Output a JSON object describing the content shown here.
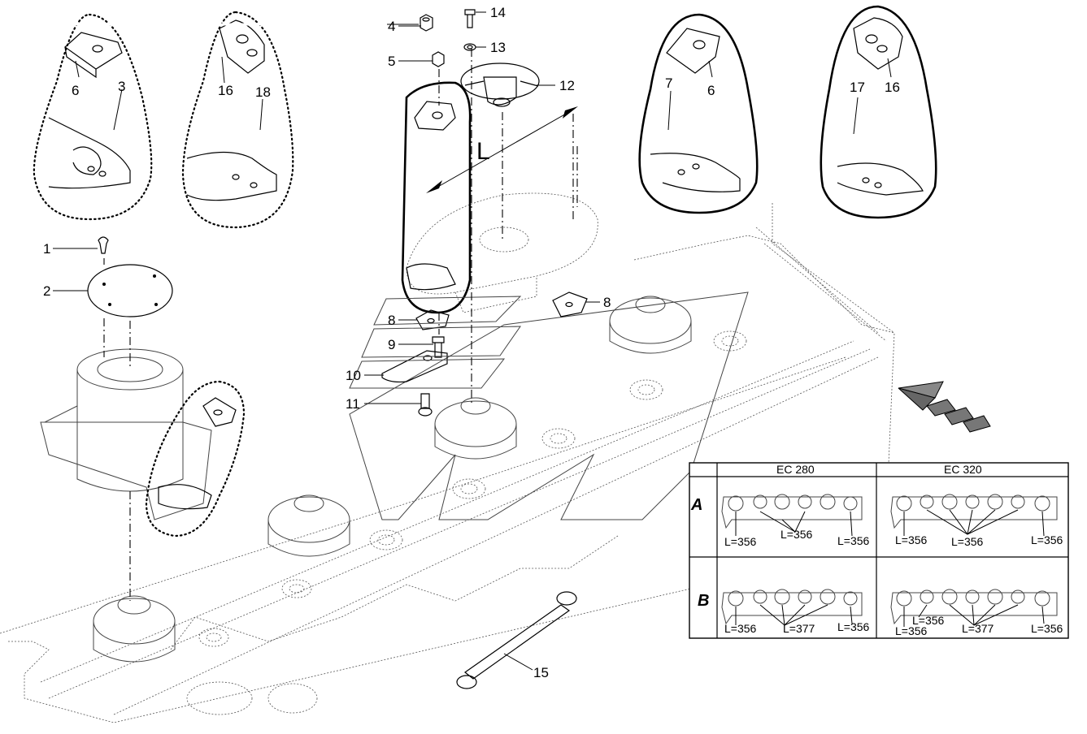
{
  "callouts": [
    {
      "id": "c1",
      "text": "1"
    },
    {
      "id": "c2",
      "text": "2"
    },
    {
      "id": "c3",
      "text": "3"
    },
    {
      "id": "c4",
      "text": "4"
    },
    {
      "id": "c5",
      "text": "5"
    },
    {
      "id": "c6a",
      "text": "6"
    },
    {
      "id": "c6b",
      "text": "6"
    },
    {
      "id": "c7",
      "text": "7"
    },
    {
      "id": "c8a",
      "text": "8"
    },
    {
      "id": "c8b",
      "text": "8"
    },
    {
      "id": "c9",
      "text": "9"
    },
    {
      "id": "c10",
      "text": "10"
    },
    {
      "id": "c11",
      "text": "11"
    },
    {
      "id": "c12",
      "text": "12"
    },
    {
      "id": "c13",
      "text": "13"
    },
    {
      "id": "c14",
      "text": "14"
    },
    {
      "id": "c15",
      "text": "15"
    },
    {
      "id": "c16a",
      "text": "16"
    },
    {
      "id": "c16b",
      "text": "16"
    },
    {
      "id": "c17",
      "text": "17"
    },
    {
      "id": "c18",
      "text": "18"
    }
  ],
  "dimension_label": "L",
  "table": {
    "col_ec280": "EC 280",
    "col_ec320": "EC 320",
    "row_a": "A",
    "row_b": "B",
    "a_280": [
      "L=356",
      "L=356",
      "L=356"
    ],
    "a_320": [
      "L=356",
      "L=356",
      "L=356"
    ],
    "b_280": [
      "L=356",
      "L=377",
      "L=356"
    ],
    "b_320": [
      "L=356",
      "L=356",
      "L=377",
      "L=356"
    ]
  },
  "colors": {
    "line": "#000000",
    "ghost": "#555555",
    "background": "#ffffff"
  }
}
